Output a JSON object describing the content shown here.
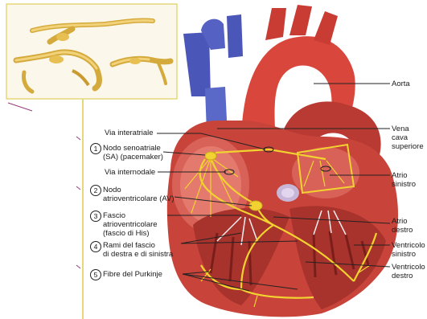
{
  "labels_left": [
    {
      "id": "via_interatriale",
      "text": "Via interatriale"
    },
    {
      "id": "nodo_sa",
      "num": "1",
      "text": "Nodo senoatriale\n(SA) (pacemaker)"
    },
    {
      "id": "via_internodale",
      "text": "Via internodale"
    },
    {
      "id": "nodo_av",
      "num": "2",
      "text": "Nodo\natrioventricolare (AV)"
    },
    {
      "id": "fascio_his",
      "num": "3",
      "text": "Fascio\natrioventricolare\n(fascio di His)"
    },
    {
      "id": "rami_fascio",
      "num": "4",
      "text": "Rami del fascio\ndi destra  e di sinistra"
    },
    {
      "id": "fibre_purkinje",
      "num": "5",
      "text": "Fibre del Purkinje"
    }
  ],
  "labels_right": [
    {
      "id": "aorta",
      "text": "Aorta"
    },
    {
      "id": "vena_cava",
      "text": "Vena\ncava\nsuperiore"
    },
    {
      "id": "atrio_sinistro",
      "text": "Atrio\nsinistro"
    },
    {
      "id": "atrio_destro",
      "text": "Atrio\ndestro"
    },
    {
      "id": "ventricolo_sinistro",
      "text": "Ventricolo\nsinistro"
    },
    {
      "id": "ventricolo_destro",
      "text": "Ventricolo\ndestro"
    }
  ],
  "colors": {
    "myocardium": "#c8443a",
    "myocardium_dark": "#8e2420",
    "aorta": "#d9463c",
    "vein": "#4a56b8",
    "conduction": "#f2d230",
    "inset_border": "#e6d77a",
    "inset_bg": "#fbf7ea",
    "leader": "#222222"
  }
}
